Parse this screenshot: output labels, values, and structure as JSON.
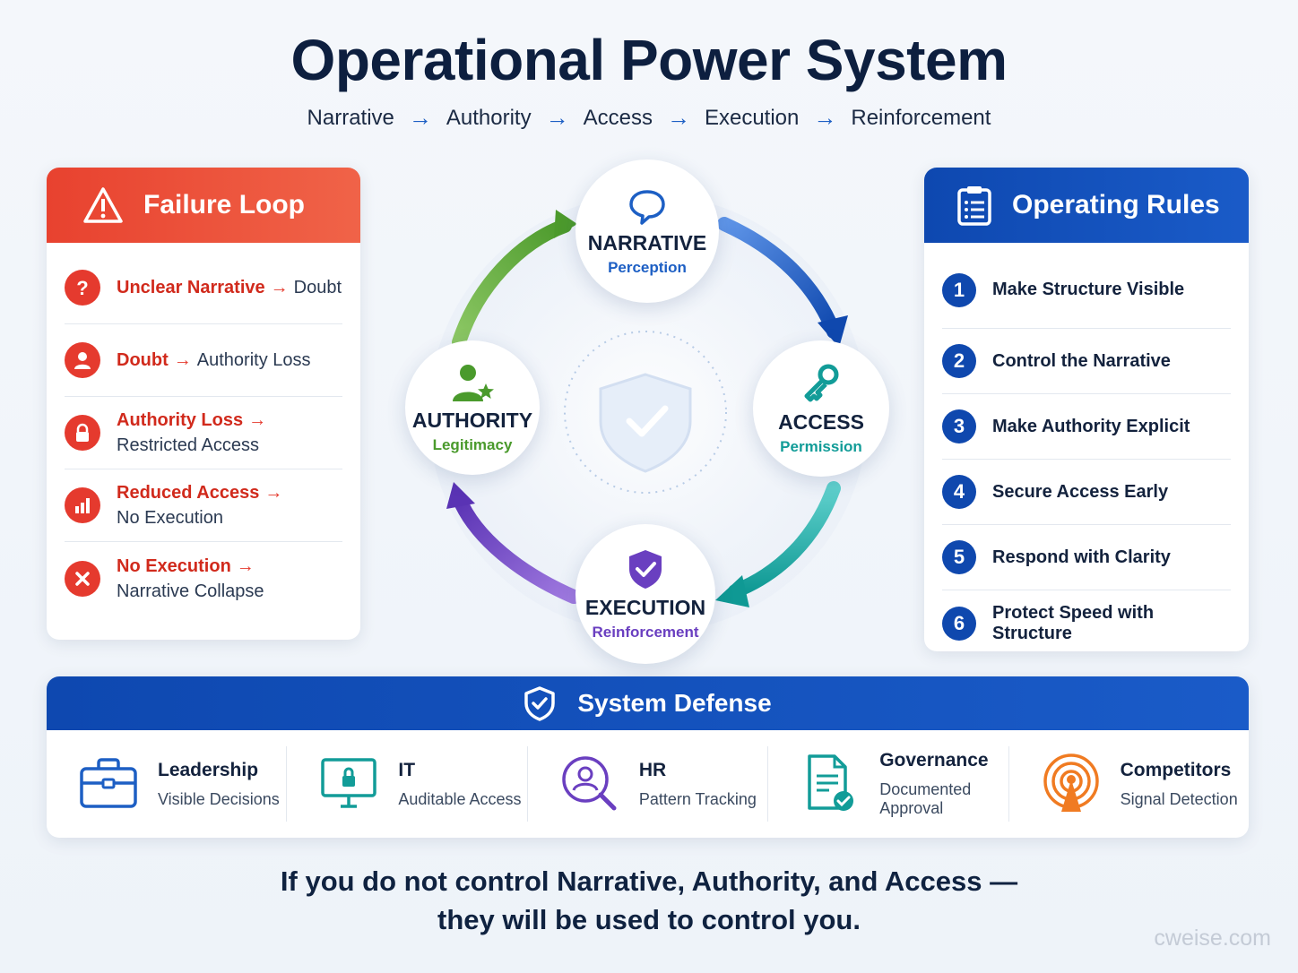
{
  "title": "Operational Power System",
  "flow": [
    "Narrative",
    "Authority",
    "Access",
    "Execution",
    "Reinforcement"
  ],
  "flow_arrow": "→",
  "failure_loop": {
    "title": "Failure Loop",
    "items": [
      {
        "cause": "Unclear Narrative",
        "arrow": "→",
        "effect": "Doubt",
        "icon": "question-icon"
      },
      {
        "cause": "Doubt",
        "arrow": "→",
        "effect": "Authority Loss",
        "icon": "user-icon"
      },
      {
        "cause": "Authority Loss",
        "arrow": "→",
        "effect": "Restricted Access",
        "icon": "lock-icon"
      },
      {
        "cause": "Reduced Access",
        "arrow": "→",
        "effect": "No Execution",
        "icon": "bar-chart-icon"
      },
      {
        "cause": "No Execution",
        "arrow": "→",
        "effect": "Narrative Collapse",
        "icon": "x-icon"
      }
    ]
  },
  "operating_rules": {
    "title": "Operating Rules",
    "items": [
      {
        "num": "1",
        "label": "Make Structure Visible"
      },
      {
        "num": "2",
        "label": "Control the Narrative"
      },
      {
        "num": "3",
        "label": "Make Authority Explicit"
      },
      {
        "num": "4",
        "label": "Secure Access Early"
      },
      {
        "num": "5",
        "label": "Respond with Clarity"
      },
      {
        "num": "6",
        "label": "Protect Speed with Structure"
      }
    ]
  },
  "cycle": {
    "narrative": {
      "title": "NARRATIVE",
      "sub": "Perception",
      "color": "#1d5fc4"
    },
    "access": {
      "title": "ACCESS",
      "sub": "Permission",
      "color": "#129c98"
    },
    "execution": {
      "title": "EXECUTION",
      "sub": "Reinforcement",
      "color": "#6a3fc0"
    },
    "authority": {
      "title": "AUTHORITY",
      "sub": "Legitimacy",
      "color": "#4a9a2c"
    }
  },
  "defense": {
    "title": "System Defense",
    "items": [
      {
        "title": "Leadership",
        "sub": "Visible Decisions"
      },
      {
        "title": "IT",
        "sub": "Auditable Access"
      },
      {
        "title": "HR",
        "sub": "Pattern Tracking"
      },
      {
        "title": "Governance",
        "sub": "Documented Approval"
      },
      {
        "title": "Competitors",
        "sub": "Signal Detection"
      }
    ]
  },
  "footer": {
    "line1": "If you do not control Narrative, Authority, and Access —",
    "line2": "they will be used to control you."
  },
  "watermark": "cweise.com"
}
